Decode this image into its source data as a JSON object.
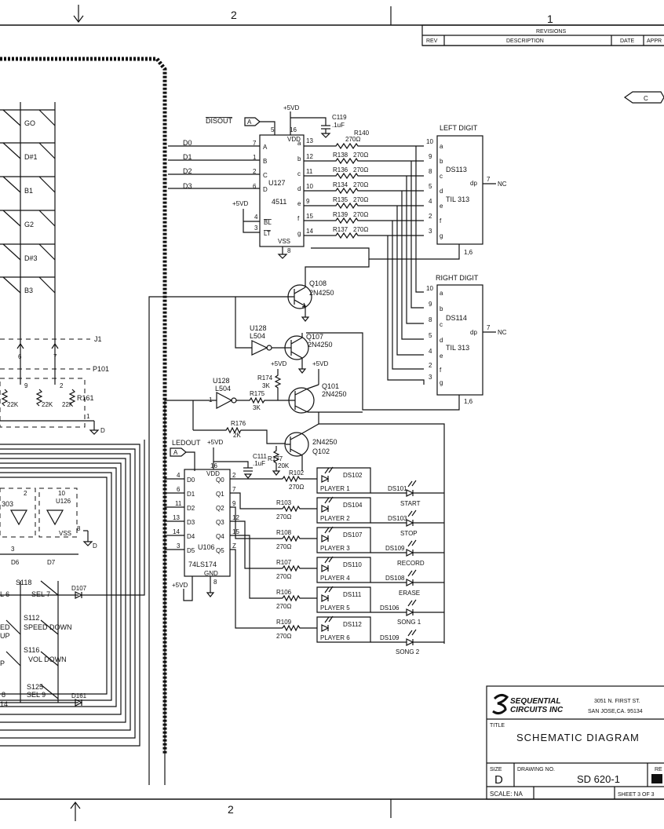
{
  "border": {
    "zone_top_2": "2",
    "zone_top_1": "1",
    "zone_bottom_2": "2",
    "zone_ref_c": "C"
  },
  "revisions": {
    "title": "REVISIONS",
    "col_rev": "REV",
    "col_description": "DESCRIPTION",
    "col_date": "DATE",
    "col_approved": "APPR"
  },
  "title_block": {
    "company_line1": "SEQUENTIAL",
    "company_line2": "CIRCUITS INC",
    "address_line1": "3051 N. FIRST ST.",
    "address_line2": "SAN JOSE,CA. 95134",
    "title_label": "TITLE",
    "title": "SCHEMATIC DIAGRAM",
    "size_label": "SIZE",
    "size": "D",
    "drawing_no_label": "DRAWING NO.",
    "drawing_no": "SD 620-1",
    "rev_label": "RE",
    "scale": "SCALE: NA",
    "sheet": "SHEET 3 OF 3"
  },
  "decoder": {
    "disout": "DISOUT",
    "offpage_a": "A",
    "ref": "U127",
    "part": "4511",
    "vdd": "VDD",
    "vss": "VSS",
    "bl": "BL",
    "lt": "LT",
    "supply": "+5VD",
    "cap_ref": "C119",
    "cap_val": ".1uF",
    "inputs": [
      {
        "net": "D0",
        "pin": "7",
        "name": "A"
      },
      {
        "net": "D1",
        "pin": "1",
        "name": "B"
      },
      {
        "net": "D2",
        "pin": "2",
        "name": "C"
      },
      {
        "net": "D3",
        "pin": "6",
        "name": "D"
      }
    ],
    "outputs": [
      {
        "pin": "13",
        "seg": "a",
        "res": "R140",
        "val": "270Ω"
      },
      {
        "pin": "12",
        "seg": "b",
        "res": "R138",
        "val": "270Ω"
      },
      {
        "pin": "11",
        "seg": "c",
        "res": "R136",
        "val": "270Ω"
      },
      {
        "pin": "10",
        "seg": "d",
        "res": "R134",
        "val": "270Ω"
      },
      {
        "pin": "9",
        "seg": "e",
        "res": "R135",
        "val": "270Ω"
      },
      {
        "pin": "15",
        "seg": "f",
        "res": "R139",
        "val": "270Ω"
      },
      {
        "pin": "14",
        "seg": "g",
        "res": "R137",
        "val": "270Ω"
      }
    ]
  },
  "left_digit": {
    "label": "LEFT DIGIT",
    "ref": "DS113",
    "part": "TIL 313",
    "dp": "dp",
    "nc": "NC",
    "pins": [
      {
        "pin": "10",
        "seg": "a"
      },
      {
        "pin": "9",
        "seg": "b"
      },
      {
        "pin": "8",
        "seg": "c"
      },
      {
        "pin": "5",
        "seg": "d"
      },
      {
        "pin": "4",
        "seg": "e"
      },
      {
        "pin": "2",
        "seg": "f"
      },
      {
        "pin": "3",
        "seg": "g"
      }
    ],
    "common": "1,6"
  },
  "right_digit": {
    "label": "RIGHT DIGIT",
    "ref": "DS114",
    "part": "TIL 313",
    "dp": "dp",
    "nc": "NC",
    "pins": [
      {
        "pin": "10",
        "seg": "a"
      },
      {
        "pin": "9",
        "seg": "b"
      },
      {
        "pin": "8",
        "seg": "c"
      },
      {
        "pin": "5",
        "seg": "d"
      },
      {
        "pin": "4",
        "seg": "e"
      },
      {
        "pin": "2",
        "seg": "f"
      },
      {
        "pin": "3",
        "seg": "g"
      }
    ],
    "common": "1,6"
  },
  "transistors": {
    "q108": {
      "ref": "Q108",
      "part": "2N4250"
    },
    "q107": {
      "ref": "Q107",
      "part": "2N4250"
    },
    "q101": {
      "ref": "Q101",
      "part": "2N4250"
    },
    "q102": {
      "ref": "Q102",
      "part": "2N4250"
    },
    "u128a": {
      "ref": "U128",
      "part": "L504"
    },
    "u128b": {
      "ref": "U128",
      "part": "L504"
    },
    "r174": {
      "ref": "R174",
      "val": "3K"
    },
    "r175": {
      "ref": "R175",
      "val": "3K"
    },
    "r176": {
      "ref": "R176",
      "val": "2K"
    },
    "r177": {
      "ref": "R177",
      "val": "20K"
    },
    "c111": {
      "ref": "C111",
      "val": ".1uF"
    },
    "supply": "+5VD"
  },
  "latch": {
    "ledout": "LEDOUT",
    "offpage_a": "A",
    "ref": "U106",
    "part": "74LS174",
    "vdd": "VDD",
    "gnd": "GND",
    "supply": "+5VD",
    "pin16": "16",
    "pin8": "8",
    "inputs": [
      {
        "pin": "4",
        "name": "D0"
      },
      {
        "pin": "6",
        "name": "D1"
      },
      {
        "pin": "11",
        "name": "D2"
      },
      {
        "pin": "13",
        "name": "D3"
      },
      {
        "pin": "14",
        "name": "D4"
      },
      {
        "pin": "3",
        "name": "D5"
      }
    ],
    "outputs": [
      {
        "pin": "2",
        "name": "Q0"
      },
      {
        "pin": "7",
        "name": "Q1"
      },
      {
        "pin": "9",
        "name": "Q2"
      },
      {
        "pin": "12",
        "name": "Q3"
      },
      {
        "pin": "15",
        "name": "Q4"
      },
      {
        "pin": "Z",
        "name": "Q5"
      }
    ]
  },
  "led_rows": [
    {
      "res": "R102",
      "val": "270Ω",
      "led_top": "DS102",
      "player": "PLAYER 1",
      "led_right": "DS101",
      "label_right": "START"
    },
    {
      "res": "R103",
      "val": "270Ω",
      "led_top": "DS104",
      "player": "PLAYER 2",
      "led_right": "DS103",
      "label_right": "STOP"
    },
    {
      "res": "R108",
      "val": "270Ω",
      "led_top": "DS107",
      "player": "PLAYER 3",
      "led_right": "DS109",
      "label_right": "RECORD"
    },
    {
      "res": "R107",
      "val": "270Ω",
      "led_top": "DS110",
      "player": "PLAYER 4",
      "led_right": "DS108",
      "label_right": "ERASE"
    },
    {
      "res": "R106",
      "val": "270Ω",
      "led_top": "DS111",
      "player": "PLAYER 5",
      "led_right": "DS106",
      "label_right": "SONG 1"
    },
    {
      "res": "R109",
      "val": "270Ω",
      "led_top": "DS112",
      "player": "PLAYER 6",
      "led_right": "DS109",
      "label_right": "SONG 2"
    }
  ],
  "keyboard": {
    "keys": [
      "GO",
      "D#1",
      "B1",
      "G2",
      "D#3",
      "B3"
    ],
    "j1": "J1",
    "p101": "P101",
    "j1_pin6": "6",
    "j1_pin7": "7",
    "pin9": "9",
    "pin2": "2",
    "pin1": "1",
    "rnet": "R161",
    "res_22k_1": "22K",
    "res_22k_2": "22K",
    "res_22k_3": "22K",
    "buf_left": "303",
    "buf_right_ref": "U126",
    "pin_2": "2",
    "pin_10": "10",
    "pin_3": "3",
    "pin_8": "8",
    "vss": "VSS",
    "d6": "D6",
    "d7": "D7",
    "d_ground": "D",
    "switches": [
      {
        "ref": "S118",
        "label": "SEL 7"
      },
      {
        "ref": "S112",
        "label": "SPEED DOWN"
      },
      {
        "ref": "S116",
        "label": "VOL DOWN"
      },
      {
        "ref": "S125",
        "label": "SEL 9"
      }
    ],
    "frag_l6": "L 6",
    "frag_ed": "ED",
    "frag_up": "UP",
    "frag_p": "P",
    "frag_8": "8",
    "frag_14": "14",
    "diode_1": "D107",
    "diode_2": "D161"
  }
}
